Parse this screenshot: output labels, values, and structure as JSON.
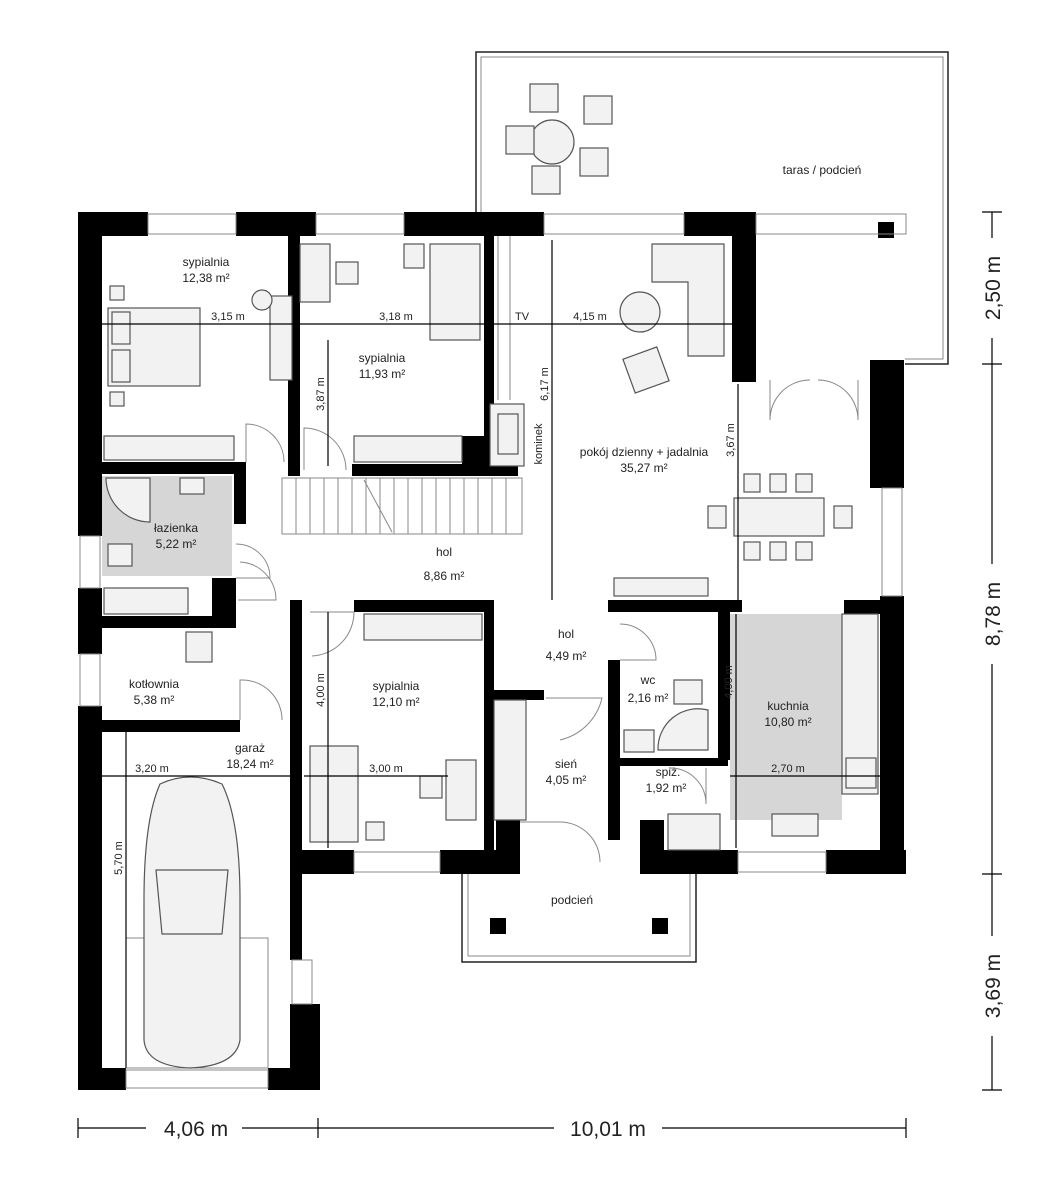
{
  "rooms": {
    "sypialnia1": {
      "name": "sypialnia",
      "area": "12,38 m²"
    },
    "sypialnia2": {
      "name": "sypialnia",
      "area": "11,93 m²"
    },
    "sypialnia3": {
      "name": "sypialnia",
      "area": "12,10 m²"
    },
    "lazienka": {
      "name": "łazienka",
      "area": "5,22 m²"
    },
    "kotlownia": {
      "name": "kotłownia",
      "area": "5,38 m²"
    },
    "garaz": {
      "name": "garaż",
      "area": "18,24 m²"
    },
    "hol1": {
      "name": "hol",
      "area": "8,86 m²"
    },
    "hol2": {
      "name": "hol",
      "area": "4,49 m²"
    },
    "sien": {
      "name": "sień",
      "area": "4,05 m²"
    },
    "wc": {
      "name": "wc",
      "area": "2,16 m²"
    },
    "spiz": {
      "name": "spiż.",
      "area": "1,92 m²"
    },
    "kuchnia": {
      "name": "kuchnia",
      "area": "10,80 m²"
    },
    "pokoj": {
      "name": "pokój dzienny + jadalnia",
      "area": "35,27 m²"
    },
    "taras": {
      "name": "taras / podcień"
    },
    "podcien": {
      "name": "podcień"
    }
  },
  "labels": {
    "kominek": "kominek",
    "tv": "TV"
  },
  "inner_dims": {
    "d315": "3,15 m",
    "d318": "3,18 m",
    "d415": "4,15 m",
    "d387": "3,87 m",
    "d617": "6,17 m",
    "d367": "3,67 m",
    "d400a": "4,00 m",
    "d400b": "4,00 m",
    "d320": "3,20 m",
    "d300": "3,00 m",
    "d270": "2,70 m",
    "d570": "5,70 m"
  },
  "outer_dims": {
    "bottom_left": "4,06 m",
    "bottom_right": "10,01 m",
    "right_top": "2,50 m",
    "right_mid": "8,78 m",
    "right_bottom": "3,69 m"
  }
}
